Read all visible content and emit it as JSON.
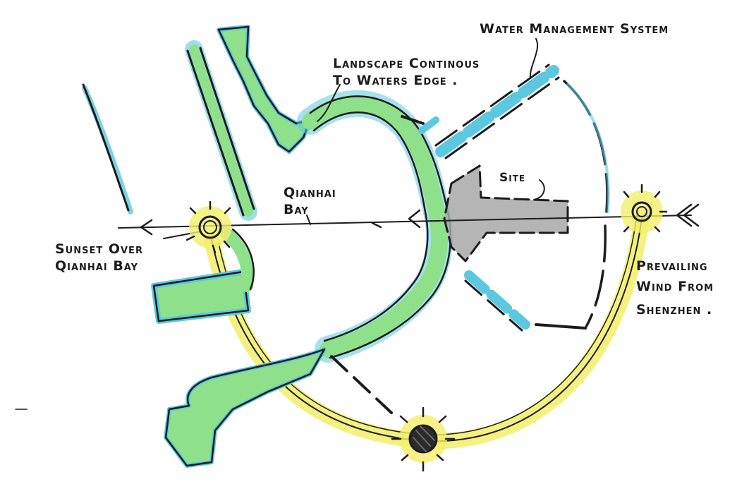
{
  "labels": {
    "water_management": "Water Management System",
    "landscape_line1": "Landscape Continous",
    "landscape_line2": "To Waters Edge .",
    "site": "Site",
    "bay_line1": "Qianhai",
    "bay_line2": "Bay",
    "sunset_line1": "Sunset Over",
    "sunset_line2": "Qianhai Bay",
    "wind_line1": "Prevailing",
    "wind_line2": "Wind From",
    "wind_line3": "Shenzhen ."
  },
  "colors": {
    "ink": "#1c1c1c",
    "water": "#5cc8df",
    "landscape": "#8fe08a",
    "sun_path": "#f2ef6a",
    "site_fill": "#a8a8a8"
  }
}
